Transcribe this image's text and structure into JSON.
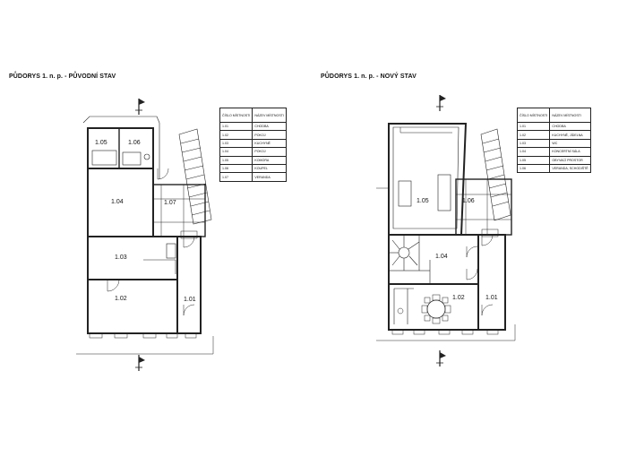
{
  "left": {
    "title": "PŮDORYS 1. n. p. - PŮVODNÍ STAV",
    "legend": {
      "headers": [
        "ČÍSLO MÍSTNOSTI",
        "NÁZEV MÍSTNOSTI"
      ],
      "rows": [
        [
          "1.01",
          "CHODBA"
        ],
        [
          "1.02",
          "POKOJ"
        ],
        [
          "1.03",
          "KUCHYNĚ"
        ],
        [
          "1.04",
          "POKOJ"
        ],
        [
          "1.05",
          "KOMORA"
        ],
        [
          "1.06",
          "KOUPEL"
        ],
        [
          "1.07",
          "VERANDA"
        ]
      ]
    },
    "rooms": [
      "1.05",
      "1.06",
      "1.04",
      "1.07",
      "1.03",
      "1.02",
      "1.01"
    ]
  },
  "right": {
    "title": "PŮDORYS 1. n. p. - NOVÝ STAV",
    "legend": {
      "headers": [
        "ČÍSLO MÍSTNOSTI",
        "NÁZEV MÍSTNOSTI"
      ],
      "rows": [
        [
          "1.01",
          "CHODBA"
        ],
        [
          "1.02",
          "KUCHYNĚ, JÍDELNA"
        ],
        [
          "1.03",
          "WC"
        ],
        [
          "1.04",
          "KONCERTNÍ SÁLA"
        ],
        [
          "1.05",
          "OBYVACÍ PROSTOR"
        ],
        [
          "1.06",
          "VERANDA, SCHODIŠTĚ"
        ]
      ]
    },
    "rooms": [
      "1.05",
      "1.06",
      "1.04",
      "1.02",
      "1.01"
    ]
  },
  "colors": {
    "line": "#222222",
    "paper": "#ffffff"
  }
}
